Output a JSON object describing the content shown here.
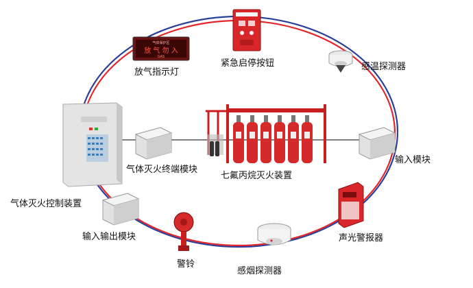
{
  "labels": {
    "release_indicator": "放气指示灯",
    "emergency_button": "紧急启停按钮",
    "heat_detector": "感温探测器",
    "terminal_module": "气体灭火终端模块",
    "hfc_device": "七氟丙烷灭火装置",
    "input_module": "输入模块",
    "control_panel": "气体灭火控制装置",
    "io_module": "输入输出模块",
    "audible_visual_alarm": "声光警报器",
    "alarm_bell": "警铃",
    "smoke_detector": "感烟探测器"
  },
  "device_text": {
    "sign_top": "气体保护区",
    "sign_main": "放 气 勿 入",
    "sign_sub": "GAS"
  },
  "colors": {
    "ring_red": "#e3262b",
    "ring_blue": "#2a3f9b",
    "cylinder_red": "#d42a2a",
    "device_gray": "#dcdcdc"
  }
}
